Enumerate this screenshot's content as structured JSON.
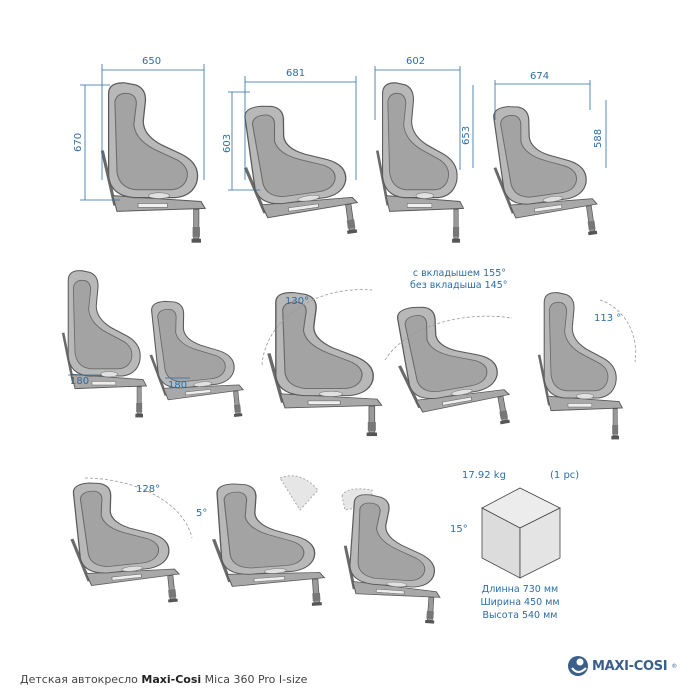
{
  "colors": {
    "accent": "#2e6da4",
    "shell": "#b8b8b8",
    "shell_inner": "#a3a3a3",
    "outline": "#5a5a5a"
  },
  "dimensions": {
    "seat1_width": "650",
    "seat1_height": "670",
    "seat2_width": "681",
    "seat2_height": "603",
    "seat3_width": "602",
    "seat3_height": "653",
    "seat4_width": "674",
    "seat4_height": "588",
    "seat5_depth": "180",
    "seat6_depth": "180"
  },
  "angles": {
    "recline_130": "130°",
    "note_with_insert": "с вкладышем 155°",
    "note_without_insert": "без вкладыша 145°",
    "recline_113": "113 °",
    "recline_128": "128°",
    "tilt_5": "5°",
    "tilt_15": "15°"
  },
  "package": {
    "weight": "17.92 kg",
    "count": "(1 pc)",
    "length": "Длинна 730 мм",
    "width": "Ширина 450 мм",
    "height": "Высота 540 мм"
  },
  "footer": {
    "prefix": "Детская автокресло",
    "brand": "Maxi-Cosi",
    "model": "Mica 360 Pro I-size"
  },
  "logo": {
    "text": "MAXI-COSI",
    "mark": "®"
  }
}
